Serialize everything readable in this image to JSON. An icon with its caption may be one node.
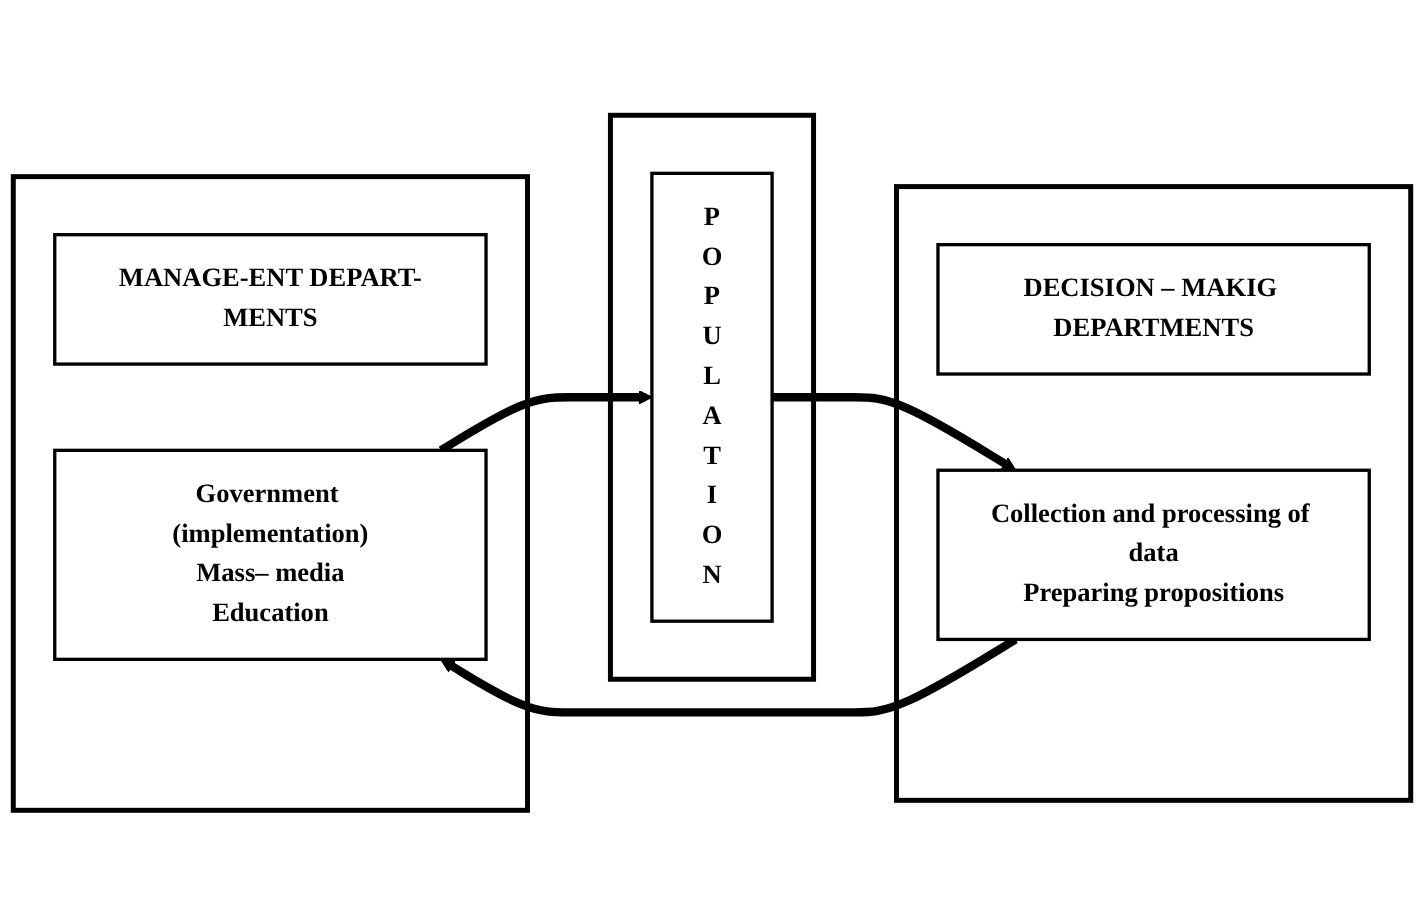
{
  "diagram": {
    "nodes": [
      {
        "text": [],
        "shape": "box"
      },
      {
        "text": [
          "MANAGE-ENT DEPART-MENTS"
        ],
        "in": 0
      },
      {
        "text": [
          "Government (implementation)",
          "Mass– media",
          "Education"
        ],
        "in": 0
      },
      {
        "text": [],
        "shape": "box"
      },
      {
        "text": [
          "POPULATION"
        ],
        "in": 3
      },
      {
        "text": [],
        "shape": "box"
      },
      {
        "text": [
          "DECISION – MAKIG DEPARTMENTS"
        ],
        "in": 5
      },
      {
        "text": [
          "Collection and processing of data",
          "Preparing propositions"
        ],
        "in": 5
      }
    ],
    "edges": [
      {
        "from": 2,
        "to": 4,
        "arrow": "to"
      },
      {
        "from": 4,
        "to": 7,
        "arrow": "to"
      },
      {
        "from": 7,
        "to": 2,
        "arrow": "to"
      }
    ]
  }
}
